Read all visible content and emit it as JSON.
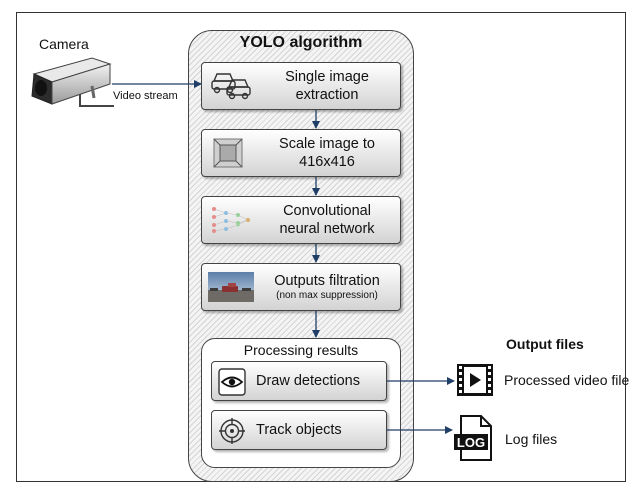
{
  "camera": {
    "label": "Camera"
  },
  "video_stream_label": "Video stream",
  "yolo": {
    "title": "YOLO algorithm",
    "steps": [
      {
        "lines": [
          "Single image",
          "extraction"
        ],
        "icon": "cars-sketch-icon"
      },
      {
        "lines": [
          "Scale image to",
          "416x416"
        ],
        "icon": "scale-image-icon"
      },
      {
        "lines": [
          "Convolutional",
          "neural network"
        ],
        "icon": "neural-network-icon"
      },
      {
        "lines": [
          "Outputs filtration"
        ],
        "note": "(non max suppression)",
        "icon": "road-photo-icon"
      }
    ],
    "processing": {
      "title": "Processing results",
      "items": [
        {
          "label": "Draw detections",
          "icon": "eye-icon"
        },
        {
          "label": "Track objects",
          "icon": "target-icon"
        }
      ]
    }
  },
  "outputs": {
    "heading": "Output files",
    "items": [
      {
        "label": "Processed video file",
        "icon": "video-file-icon"
      },
      {
        "label": "Log files",
        "icon": "log-file-icon"
      }
    ]
  },
  "colors": {
    "arrow": "#1f3f66",
    "border": "#444444"
  }
}
